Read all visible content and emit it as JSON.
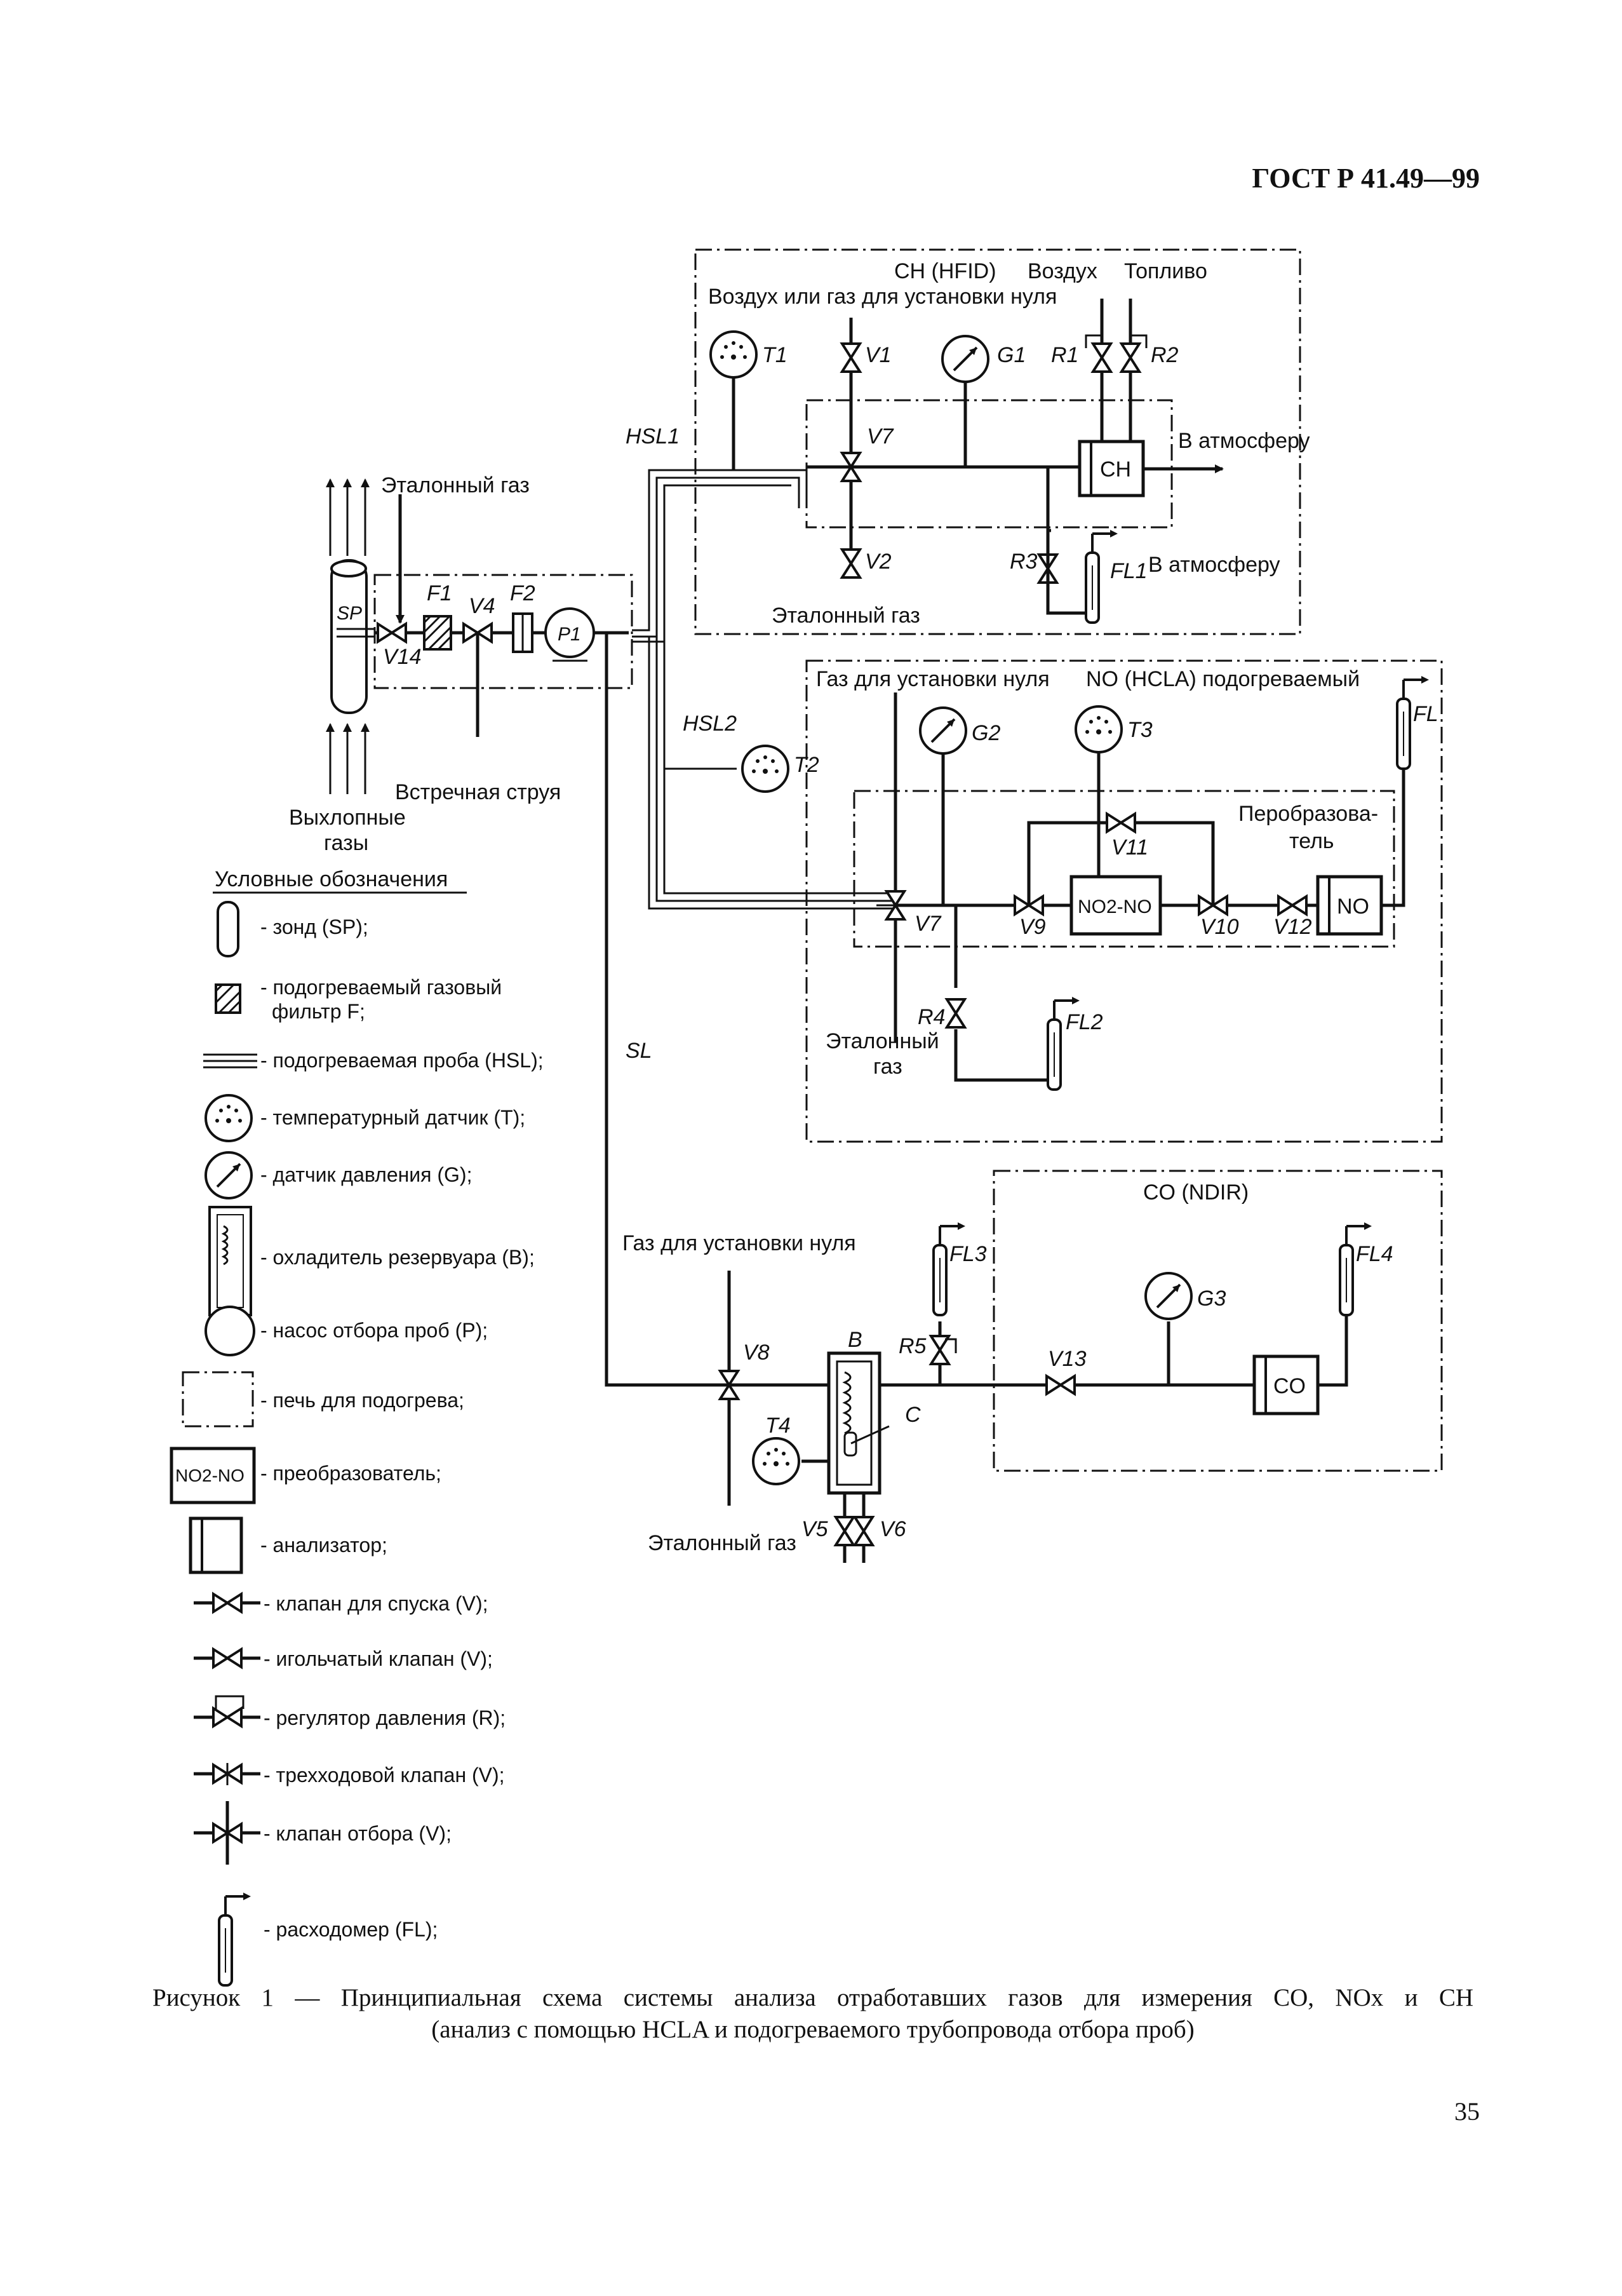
{
  "header": {
    "standard": "ГОСТ Р 41.49—99"
  },
  "page_number": "35",
  "caption": {
    "line1": "Рисунок 1 — Принципиальная схема системы анализа отработавших газов для измерения CO, NOx и CH",
    "line2": "(анализ с помощью HCLA и подогреваемого трубопровода отбора проб)"
  },
  "labels": {
    "ch_hfid": "CH (HFID)",
    "air": "Воздух",
    "fuel": "Топливо",
    "zero_air_or_gas": "Воздух или газ для установки нуля",
    "to_atm_1": "В атмосферу",
    "to_atm_2": "В атмосферу",
    "span_gas_ch": "Эталонный газ",
    "span_gas_top": "Эталонный газ",
    "zero_gas_no": "Газ для установки нуля",
    "no_hcla": "NO (HCLA) подогреваемый",
    "converter_1": "Перобразова-",
    "converter_2": "тель",
    "span_gas_no_1": "Эталонный",
    "span_gas_no_2": "газ",
    "counter_flow": "Встречная струя",
    "exhaust_1": "Выхлопные",
    "exhaust_2": "газы",
    "co_ndir": "CO (NDIR)",
    "zero_gas_co": "Газ для установки нуля",
    "span_gas_co": "Эталонный газ",
    "hsl1": "HSL1",
    "hsl2": "HSL2",
    "sl": "SL",
    "sp": "SP",
    "analyzer_ch": "CH",
    "analyzer_no": "NO",
    "analyzer_co": "CO",
    "converter_box": "NO2-NO"
  },
  "components": {
    "T1": "T1",
    "T2": "T2",
    "T3": "T3",
    "T4": "T4",
    "G1": "G1",
    "G2": "G2",
    "G3": "G3",
    "V1": "V1",
    "V2": "V2",
    "V4": "V4",
    "V5": "V5",
    "V6": "V6",
    "V7a": "V7",
    "V7b": "V7",
    "V8": "V8",
    "V9": "V9",
    "V10": "V10",
    "V11": "V11",
    "V12": "V12",
    "V13": "V13",
    "V14": "V14",
    "R1": "R1",
    "R2": "R2",
    "R3": "R3",
    "R4": "R4",
    "R5": "R5",
    "FL": "FL",
    "FL1": "FL1",
    "FL2": "FL2",
    "FL3": "FL3",
    "FL4": "FL4",
    "F1": "F1",
    "F2": "F2",
    "P1": "P1",
    "B": "B",
    "C": "C"
  },
  "legend": {
    "title": "Условные обозначения",
    "items": [
      "- зонд (SP);",
      "- подогреваемый газовый",
      "фильтр F;",
      "- подогреваемая проба (HSL);",
      "- температурный датчик (T);",
      "- датчик давления (G);",
      "- охладитель резервуара (B);",
      "- насос отбора проб (P);",
      "- печь для подогрева;",
      "- преобразователь;",
      "- анализатор;",
      "- клапан для спуска (V);",
      "- игольчатый клапан (V);",
      "- регулятор давления (R);",
      "- трехходовой клапан (V);",
      "- клапан отбора (V);",
      "- расходомер (FL);"
    ]
  }
}
